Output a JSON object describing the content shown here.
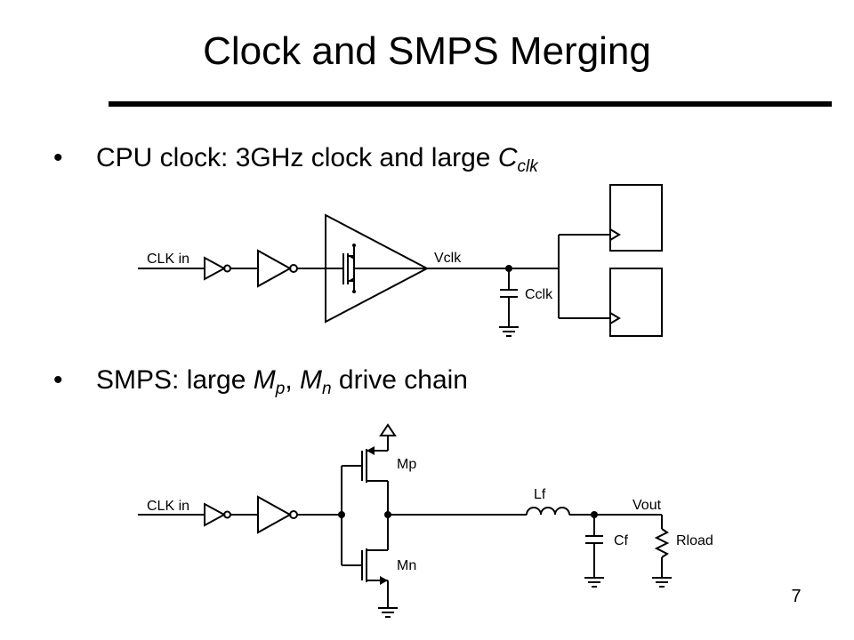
{
  "slide": {
    "title": "Clock and SMPS Merging",
    "page_number": "7"
  },
  "bullets": [
    {
      "marker": "•",
      "text": "CPU clock: 3GHz clock and large ",
      "symbol": "C",
      "symbol_sub": "clk"
    },
    {
      "marker": "•",
      "prefix": "SMPS:  large ",
      "symbol1": "M",
      "symbol1_sub": "p",
      "sep": ", ",
      "symbol2": "M",
      "symbol2_sub": "n",
      "suffix": " drive chain"
    }
  ],
  "clock_circuit": {
    "input_label": "CLK in",
    "node_label": "Vclk",
    "cap_label": "Cclk"
  },
  "smps_circuit": {
    "input_label": "CLK in",
    "pmos_label": "Mp",
    "nmos_label": "Mn",
    "inductor_label": "Lf",
    "output_label": "Vout",
    "cap_label": "Cf",
    "load_label": "Rload"
  }
}
